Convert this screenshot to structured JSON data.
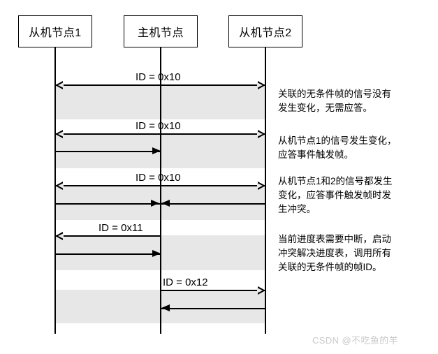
{
  "diagram": {
    "title": "LIN event-triggered frame collision sequence",
    "type": "sequence-diagram",
    "colors": {
      "band": "#e7e7e7",
      "line": "#000000",
      "background": "#ffffff",
      "watermark": "#c9c9c9"
    },
    "nodes": [
      {
        "id": "slave1",
        "label": "从机节点1"
      },
      {
        "id": "master",
        "label": "主机节点"
      },
      {
        "id": "slave2",
        "label": "从机节点2"
      }
    ],
    "messages": [
      {
        "id": "m1",
        "label": "ID = 0x10",
        "from": "master",
        "to": "both",
        "kind": "header-broadcast"
      },
      {
        "id": "m2",
        "label": "ID = 0x10",
        "from": "master",
        "to": "both",
        "kind": "header-broadcast"
      },
      {
        "id": "m2r",
        "label": "",
        "from": "slave1",
        "to": "master",
        "kind": "response"
      },
      {
        "id": "m3",
        "label": "ID = 0x10",
        "from": "master",
        "to": "both",
        "kind": "header-broadcast"
      },
      {
        "id": "m3ra",
        "label": "",
        "from": "slave1",
        "to": "master",
        "kind": "response-collision"
      },
      {
        "id": "m3rb",
        "label": "",
        "from": "slave2",
        "to": "master",
        "kind": "response-collision"
      },
      {
        "id": "m4",
        "label": "ID = 0x11",
        "from": "master",
        "to": "slave1",
        "kind": "header"
      },
      {
        "id": "m4r",
        "label": "",
        "from": "slave1",
        "to": "master",
        "kind": "response"
      },
      {
        "id": "m5",
        "label": "ID = 0x12",
        "from": "master",
        "to": "slave2",
        "kind": "header"
      },
      {
        "id": "m5r",
        "label": "",
        "from": "slave2",
        "to": "master",
        "kind": "response"
      }
    ],
    "notes": [
      {
        "id": "n1",
        "text": "关联的无条件帧的信号没有\n发生变化，无需应答。"
      },
      {
        "id": "n2",
        "text": "从机节点1的信号发生变化，\n应答事件触发帧。"
      },
      {
        "id": "n3",
        "text": "从机节点1和2的信号都发生\n变化，应答事件触发帧时发\n生冲突。"
      },
      {
        "id": "n4",
        "text": "当前进度表需要中断，启动\n冲突解决进度表，调用所有\n关联的无条件帧的帧ID。"
      }
    ],
    "watermark": "CSDN @不吃鱼的羊"
  }
}
